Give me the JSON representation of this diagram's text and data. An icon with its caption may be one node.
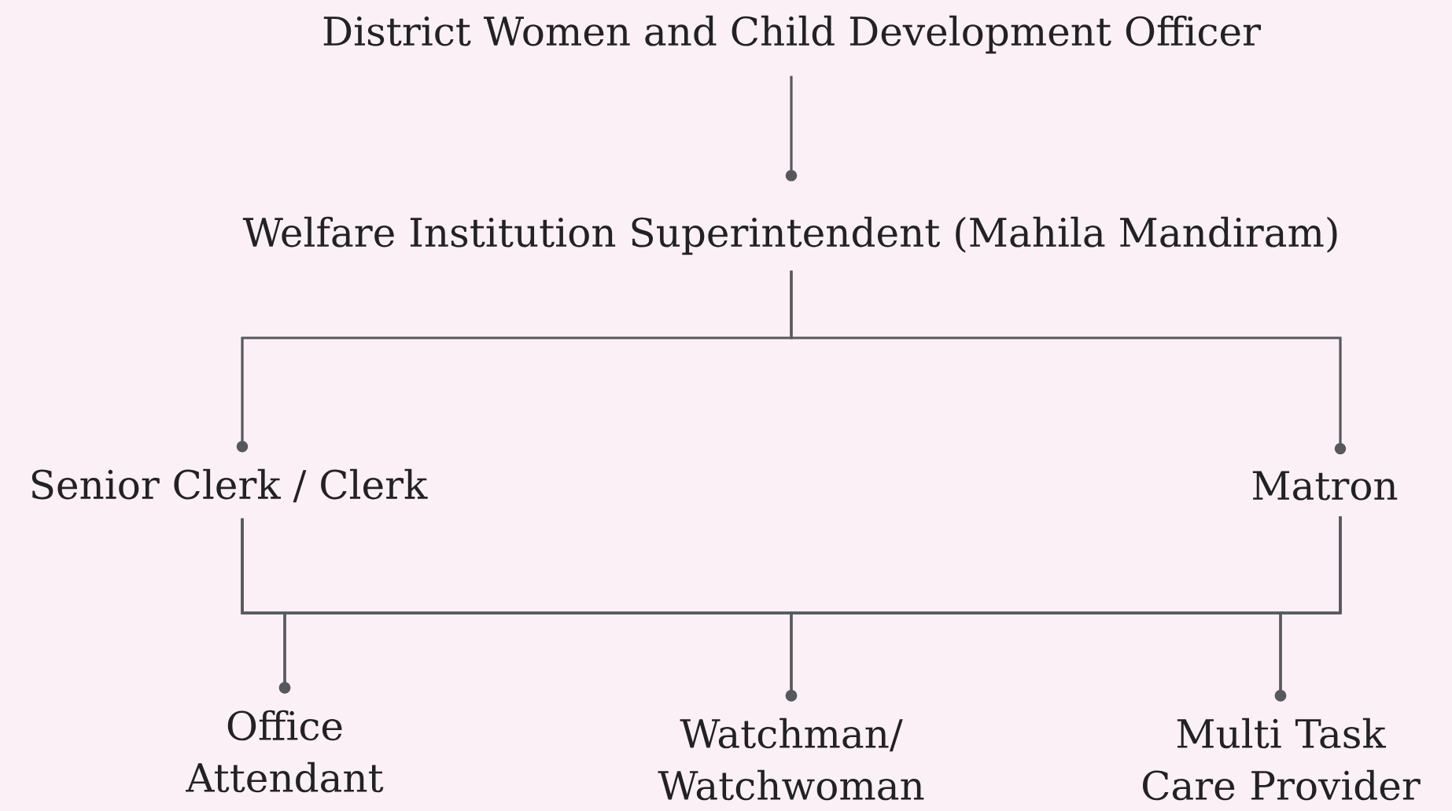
{
  "diagram": {
    "nodes": [
      {
        "text": [
          "District Women and Child Development Officer"
        ]
      },
      {
        "text": [
          "Welfare Institution Superintendent (Mahila Mandiram)"
        ]
      },
      {
        "text": [
          "Senior Clerk / Clerk"
        ]
      },
      {
        "text": [
          "Matron"
        ]
      },
      {
        "text": [
          "Office Attendant"
        ]
      },
      {
        "text": [
          "Watchman/ Watchwoman"
        ]
      },
      {
        "text": [
          "Multi Task Care Provider"
        ]
      }
    ],
    "edges": [
      {
        "from": 0,
        "to": 1,
        "arrow": "other"
      },
      {
        "from": 1,
        "to": 2,
        "arrow": "other"
      },
      {
        "from": 1,
        "to": 3,
        "arrow": "other"
      },
      {
        "from": 2,
        "to": 4,
        "arrow": "other"
      },
      {
        "from": 2,
        "to": 5,
        "arrow": "other"
      },
      {
        "from": 2,
        "to": 6,
        "arrow": "other"
      },
      {
        "from": 3,
        "to": 4,
        "arrow": "other"
      },
      {
        "from": 3,
        "to": 5,
        "arrow": "other"
      },
      {
        "from": 3,
        "to": 6,
        "arrow": "other"
      }
    ]
  }
}
